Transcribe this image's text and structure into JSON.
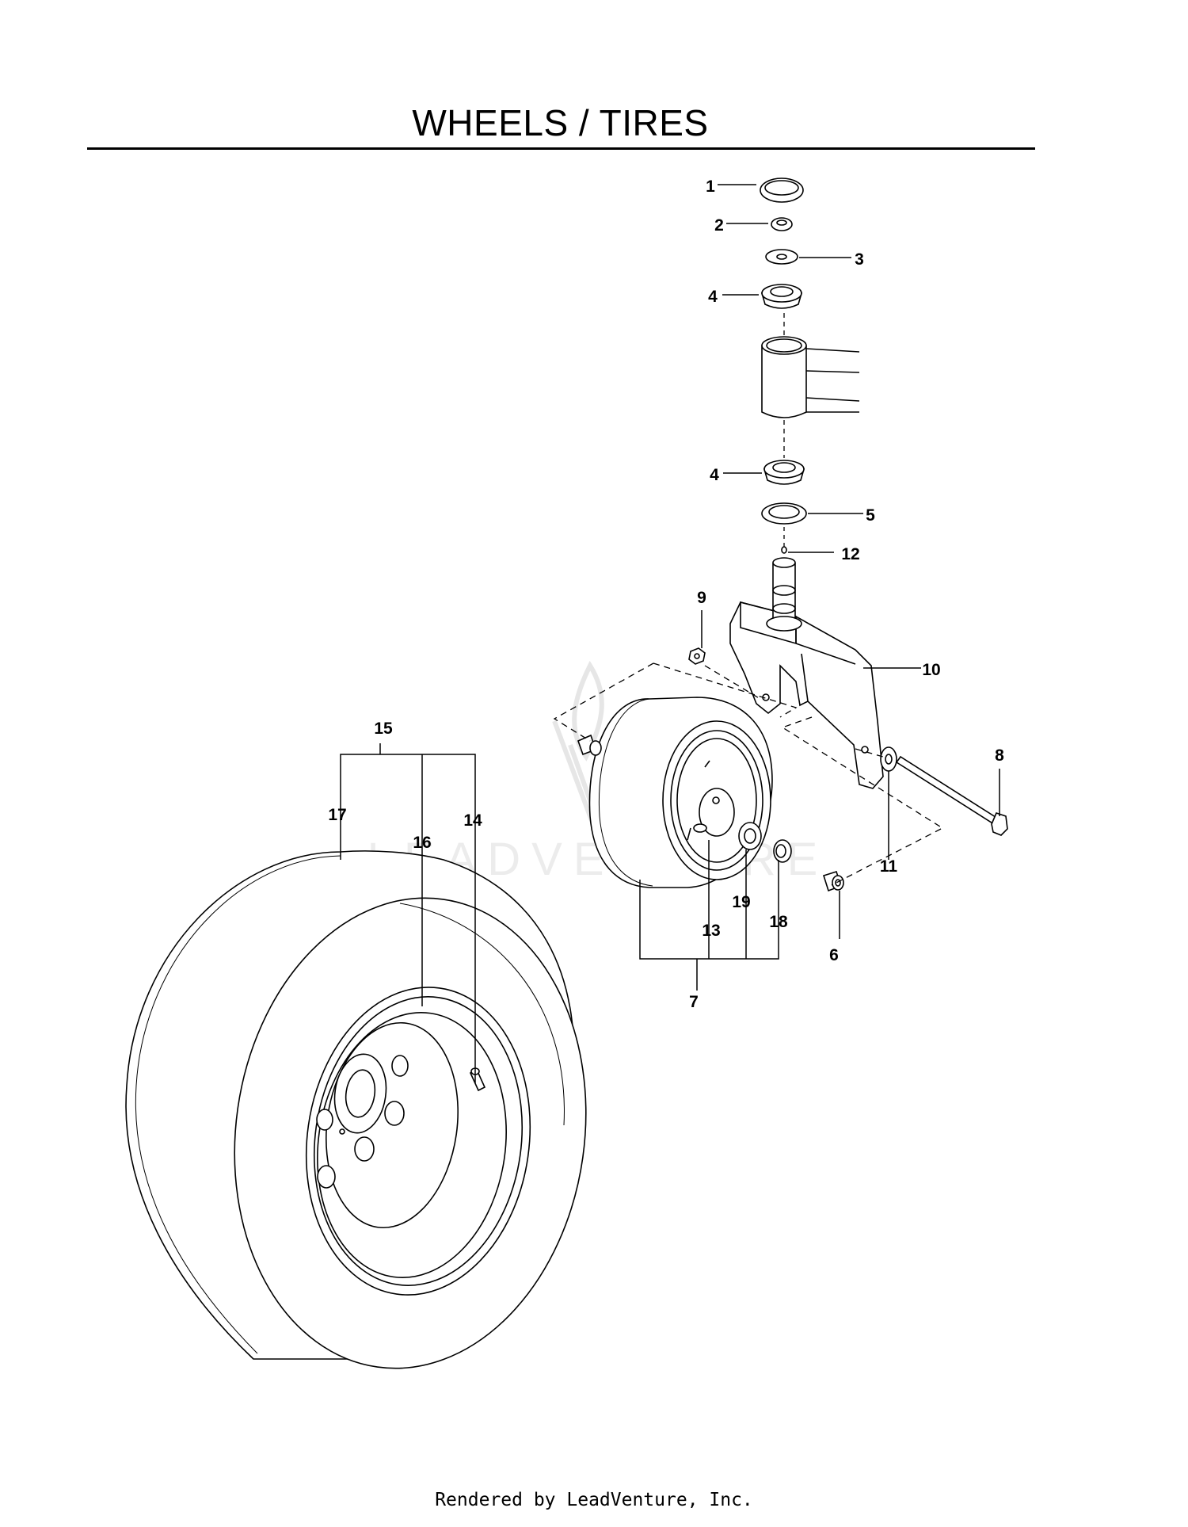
{
  "page": {
    "title": "WHEELS / TIRES",
    "footer": "Rendered by LeadVenture, Inc.",
    "watermark": "LEADVENTURE"
  },
  "callouts": [
    "1",
    "2",
    "3",
    "4",
    "4",
    "5",
    "12",
    "9",
    "10",
    "8",
    "11",
    "6",
    "15",
    "17",
    "16",
    "14",
    "13",
    "19",
    "18",
    "7"
  ]
}
